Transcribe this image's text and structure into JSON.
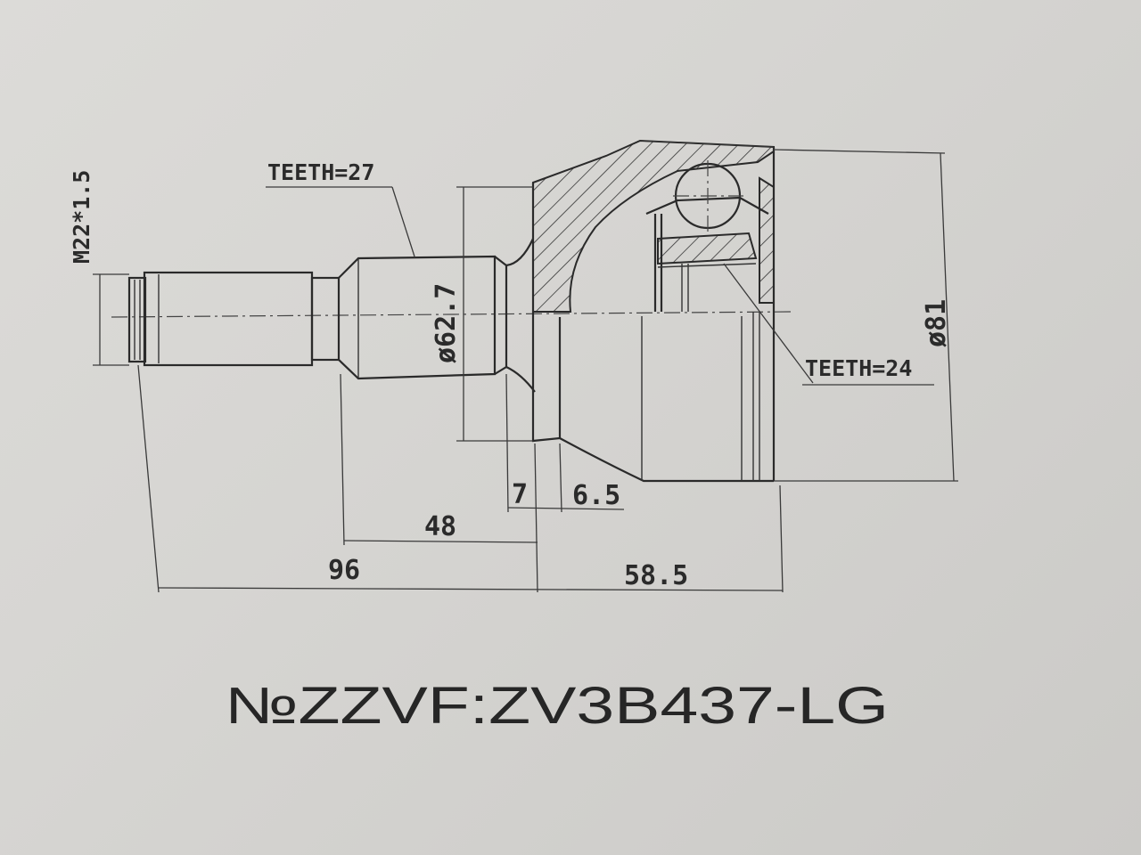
{
  "labels": {
    "thread": "M22*1.5",
    "teeth_outer": "TEETH=27",
    "teeth_inner": "TEETH=24",
    "diameter_shaft": "ø62.7",
    "diameter_housing": "ø81"
  },
  "dimensions": {
    "d7": "7",
    "d6_5": "6.5",
    "d48": "48",
    "d96": "96",
    "d58_5": "58.5"
  },
  "part_number": "№ZZVF:ZV3B437-LG"
}
